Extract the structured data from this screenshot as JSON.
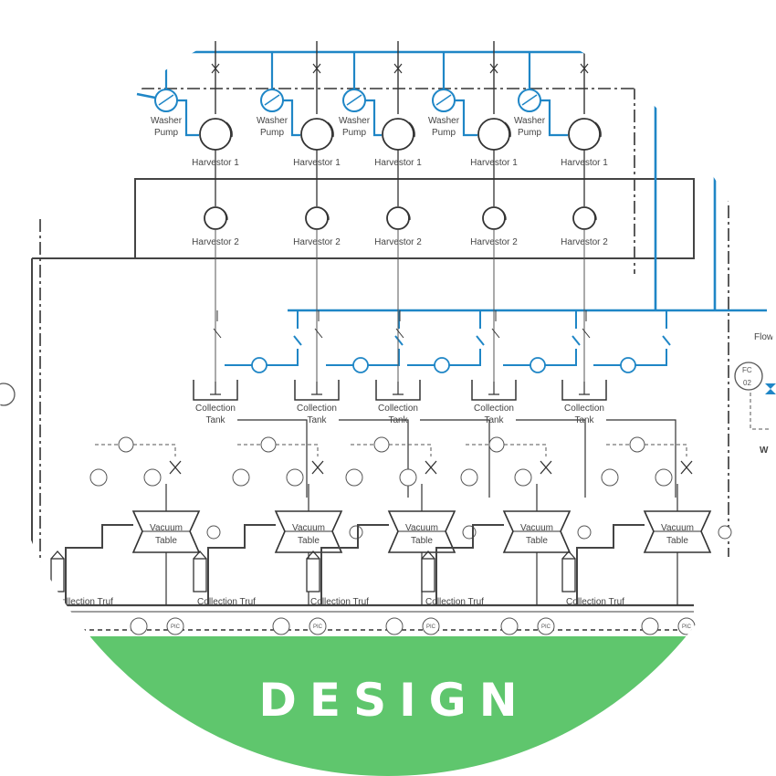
{
  "banner": {
    "label": "DESIGN",
    "color": "#5fc66d"
  },
  "colors": {
    "line": "#333333",
    "flow": "#1f86c6",
    "equipment": "#555555"
  },
  "diagram": {
    "washer_pumps": [
      "Washer Pump",
      "Washer Pump",
      "Washer Pump",
      "Washer Pump",
      "Washer Pump"
    ],
    "harvester1": [
      "Harvestor 1",
      "Harvestor 1",
      "Harvestor 1",
      "Harvestor 1",
      "Harvestor 1"
    ],
    "harvester2": [
      "Harvestor 2",
      "Harvestor 2",
      "Harvestor 2",
      "Harvestor 2",
      "Harvestor 2"
    ],
    "collection_tanks": [
      "Collection Tank",
      "Collection Tank",
      "Collection Tank",
      "Collection Tank",
      "Collection Tank"
    ],
    "vacuum_tables": [
      "Vacuum Table",
      "Vacuum Table",
      "Vacuum Table",
      "Vacuum Table",
      "Vacuum Table"
    ],
    "collection_trufs": [
      "Collection Truf",
      "Collection Truf",
      "Collection Truf",
      "Collection Truf",
      "Collection Truf"
    ],
    "instruments_fic": [
      "PIC",
      "PIC",
      "PIC",
      "PIC",
      "PIC"
    ],
    "side": {
      "flow": "Flow",
      "fc": "FC",
      "fc_num": "02",
      "water": "W"
    }
  }
}
